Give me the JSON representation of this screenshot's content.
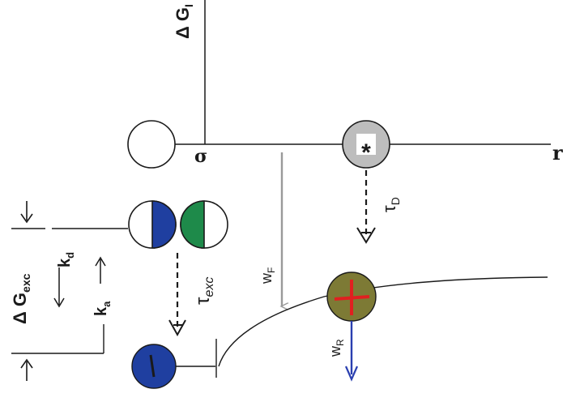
{
  "labels": {
    "dg_top": "Δ G",
    "dg_top_sub": "I",
    "sigma": "σ",
    "r_axis": "r",
    "tau_d": "τ",
    "tau_d_sub": "D",
    "w_f": "w",
    "w_f_sub": "F",
    "w_r": "w",
    "w_r_sub": "R",
    "tau_exc": "τ",
    "tau_exc_sub": "exc",
    "dg_exc": "Δ G",
    "dg_exc_sub": "exc",
    "k_d": "k",
    "k_d_sub": "d",
    "k_a": "k",
    "k_a_sub": "a",
    "star": "*"
  },
  "colors": {
    "line": "#1a1a1a",
    "blue_particle": "#1f3fa0",
    "green_particle": "#1e8a4a",
    "olive_particle": "#7d7a35",
    "plus_sign": "#e02020",
    "gray_particle": "#bdbdbd",
    "gray_arrow": "#9a9a9a",
    "blue_arrow": "#2a3fb0"
  }
}
